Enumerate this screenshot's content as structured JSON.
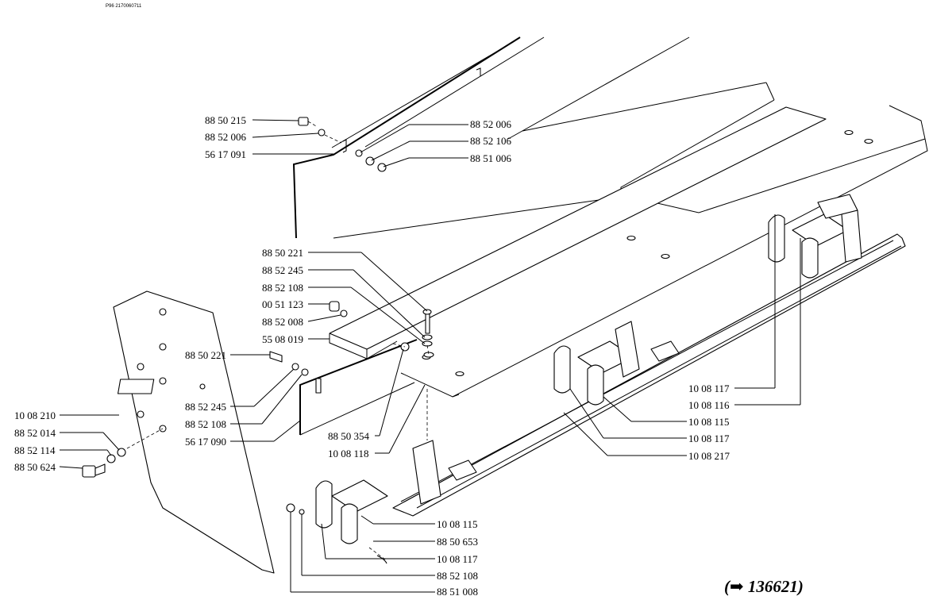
{
  "header": {
    "code": "P96  2170060711"
  },
  "reference": {
    "text": "(➡ 136621)"
  },
  "callouts": [
    "88 50 215",
    "88 52 006",
    "56 17 091",
    "88 52 006",
    "88 52 106",
    "88 51 006",
    "88 50 221",
    "88 52 245",
    "88 52 108",
    "00 51 123",
    "88 52 008",
    "55 08 019",
    "88 50 221",
    "88 52 245",
    "88 52 108",
    "56 17 090",
    "10 08 210",
    "88 52 014",
    "88 52 114",
    "88 50 624",
    "88 50 354",
    "10 08 118",
    "10 08 117",
    "10 08 116",
    "10 08 115",
    "10 08 117",
    "10 08 217",
    "10 08 115",
    "88 50 653",
    "10 08 117",
    "88 52 108",
    "88 51 008"
  ]
}
